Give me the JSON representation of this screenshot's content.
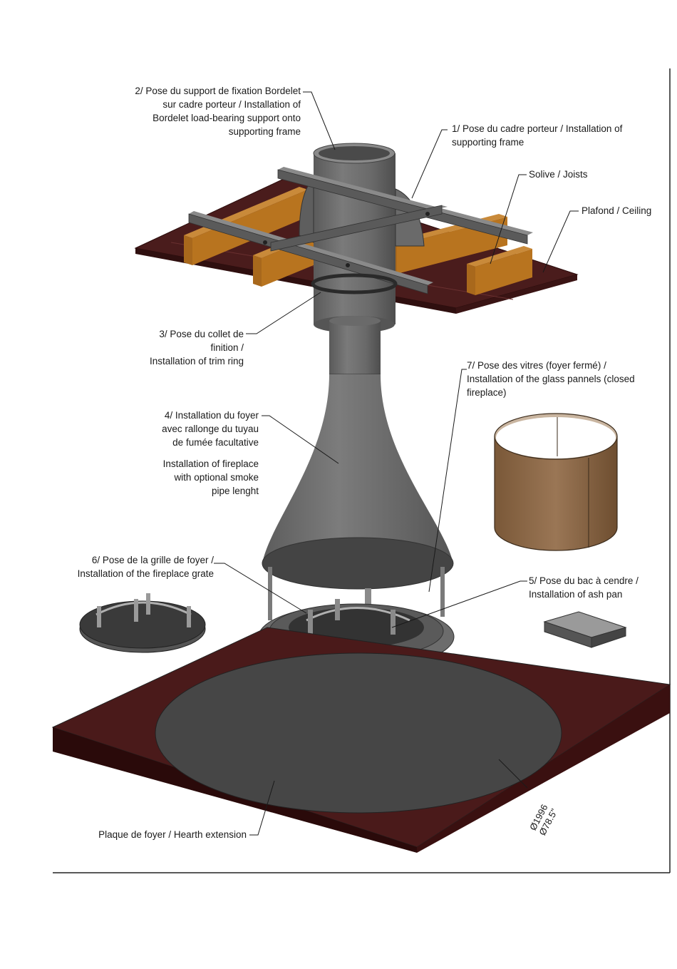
{
  "labels": {
    "step2": [
      "2/ Pose du support de fixation Bordelet",
      "sur cadre porteur / Installation of",
      "Bordelet load-bearing support onto",
      "supporting frame"
    ],
    "step1": [
      "1/ Pose du cadre porteur / Installation of",
      "supporting frame"
    ],
    "joists": "Solive / Joists",
    "ceiling": "Plafond / Ceiling",
    "step3": [
      "3/ Pose du collet de",
      "finition /",
      "Installation of trim ring"
    ],
    "step7": [
      "7/ Pose des vitres (foyer fermé) /",
      "Installation of the glass pannels (closed",
      "fireplace)"
    ],
    "step4": [
      "4/ Installation du foyer",
      "avec rallonge du tuyau",
      "de fumée facultative",
      "",
      "Installation of fireplace",
      "with optional smoke",
      "pipe lenght"
    ],
    "step6": [
      "6/ Pose de la grille de foyer /",
      "Installation of the fireplace grate"
    ],
    "step5": [
      "5/ Pose du bac à cendre /",
      "Installation of ash pan"
    ],
    "hearth": "Plaque de foyer / Hearth extension",
    "dimension": [
      "Ø1996",
      "Ø78.5\""
    ]
  },
  "colors": {
    "ceiling": "#4a1c1c",
    "joist": "#b8741f",
    "steel": "#6e6e6e",
    "hearth_plate": "#4a1a1a",
    "hearth_disc": "#464646",
    "glass": "#8a6647"
  }
}
